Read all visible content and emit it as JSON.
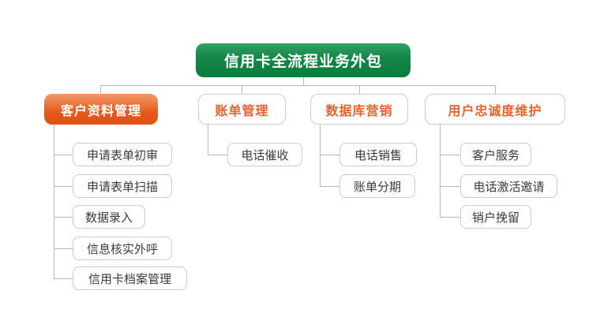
{
  "root": {
    "label": "信用卡全流程业务外包"
  },
  "colors": {
    "root_green": "#128646",
    "branch_fill_orange": "#e65a1d",
    "branch_text_orange": "#e4632e",
    "leaf_border_gray": "#cbcbcb",
    "connector_gray": "#b8b8b8",
    "leaf_text": "#3a3a3a"
  },
  "branches": [
    {
      "label": "客户资料管理",
      "style": "filled-orange",
      "children": [
        "申请表单初审",
        "申请表单扫描",
        "数据录入",
        "信息核实外呼",
        "信用卡档案管理"
      ]
    },
    {
      "label": "账单管理",
      "style": "outline",
      "children": [
        "电话催收"
      ]
    },
    {
      "label": "数据库营销",
      "style": "outline",
      "children": [
        "电话销售",
        "账单分期"
      ]
    },
    {
      "label": "用户忠诚度维护",
      "style": "outline",
      "children": [
        "客户服务",
        "电话激活邀请",
        "销户挽留"
      ]
    }
  ]
}
